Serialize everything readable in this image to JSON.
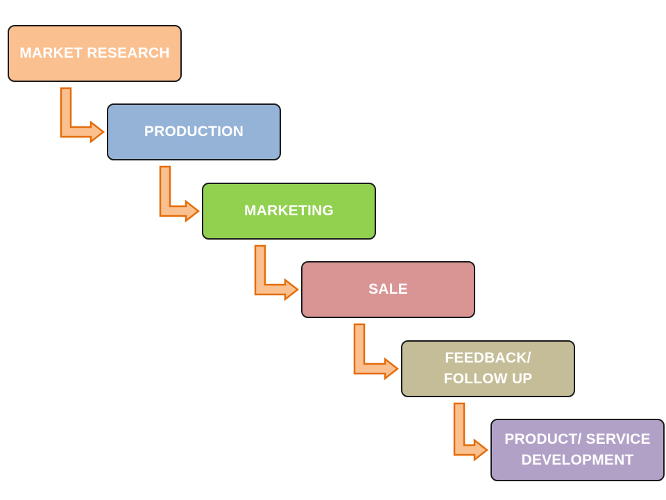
{
  "steps": [
    {
      "label": "MARKET RESEARCH",
      "color": "#fac090"
    },
    {
      "label": "PRODUCTION",
      "color": "#95b3d7"
    },
    {
      "label": "MARKETING",
      "color": "#92d050"
    },
    {
      "label": "SALE",
      "color": "#d99594"
    },
    {
      "label": "FEEDBACK/\nFOLLOW UP",
      "color": "#c4bd97"
    },
    {
      "label": "PRODUCT/ SERVICE\nDEVELOPMENT",
      "color": "#b2a1c7"
    }
  ],
  "connector": {
    "icon": "bent-arrow-icon",
    "fill": "#fac090",
    "stroke": "#e46c0a"
  }
}
